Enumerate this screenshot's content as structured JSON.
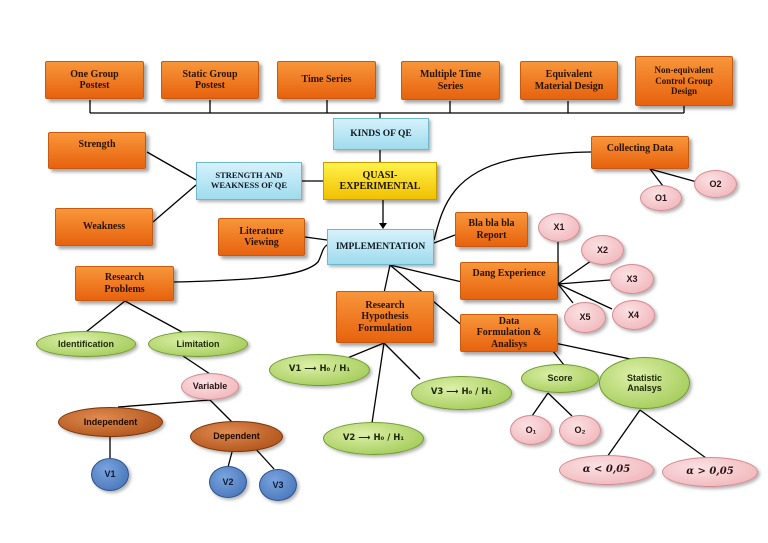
{
  "kinds": {
    "one_group_posttest": "One Group Postest",
    "static_group_posttest": "Static Group Postest",
    "time_series": "Time Series",
    "multiple_time_series": "Multiple Time Series",
    "equivalent_material_design": "Equivalent Material Design",
    "nonequivalent_control_group_design": "Non-equivalent Control Group Design"
  },
  "kinds_of_qe": "KINDS OF QE",
  "quasi_experimental": "QUASI-EXPERIMENTAL",
  "strength_weakness": "STRENGTH AND WEAKNESS OF QE",
  "strength": "Strength",
  "weakness": "Weakness",
  "implementation": "IMPLEMENTATION",
  "literature_viewing": "Literature Viewing",
  "research_problems": "Research Problems",
  "identification": "Identification",
  "limitation": "Limitation",
  "variable": "Variable",
  "independent": "Independent",
  "dependent": "Dependent",
  "v1": "V1",
  "v2": "V2",
  "v3": "V3",
  "collecting_data": "Collecting Data",
  "o1_upper": "O1",
  "o2_upper": "O2",
  "bla_report": "Bla bla bla Report",
  "dang_experience": "Dang Experience",
  "x1": "X1",
  "x2": "X2",
  "x3": "X3",
  "x4": "X4",
  "x5": "X5",
  "research_hypothesis_formulation": "Research Hypothesis Formulation",
  "hyp_v1": "V1 ⟶ H₀ / H₁",
  "hyp_v2": "V2 ⟶ H₀ / H₁",
  "hyp_v3": "V3 ⟶ H₀ / H₁",
  "data_formulation": "Data Formulation & Analisys",
  "score": "Score",
  "o1_sub": "O₁",
  "o2_sub": "O₂",
  "statistic_analysis": "Statistic Analsys",
  "alpha_less": "α < 0,05",
  "alpha_greater": "α > 0,05"
}
